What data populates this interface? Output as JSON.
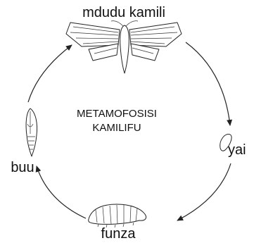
{
  "diagram": {
    "title_lines": [
      "METAMOFOSISI",
      "KAMILIFU"
    ],
    "stages": {
      "adult": {
        "label": "mdudu kamili",
        "icon": "moth-icon"
      },
      "egg": {
        "label": "yai",
        "icon": "egg-icon"
      },
      "larva": {
        "label": "funza",
        "icon": "larva-icon"
      },
      "pupa": {
        "label": "buu",
        "icon": "pupa-icon"
      }
    },
    "colors": {
      "ink": "#222222",
      "background": "#ffffff"
    }
  }
}
